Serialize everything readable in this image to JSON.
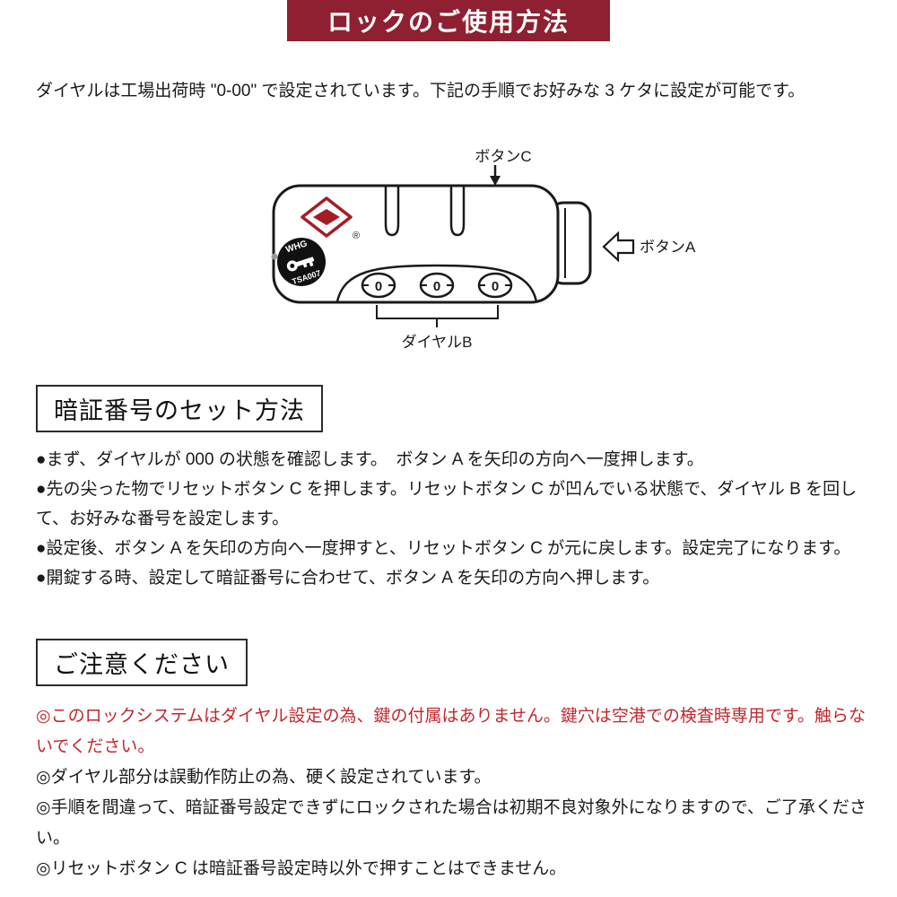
{
  "page": {
    "title": "ロックのご使用方法",
    "intro": "ダイヤルは工場出荷時 \"0-00\" で設定されています。下記の手順でお好みな 3 ケタに設定が可能です。"
  },
  "diagram": {
    "label_button_c": "ボタンC",
    "label_button_a": "ボタンA",
    "label_dial_b": "ダイヤルB",
    "keyhole_text_top": "WHG",
    "keyhole_text_bottom": "TSA007",
    "registered_mark": "®",
    "dial_digits": [
      "0",
      "0",
      "0"
    ]
  },
  "section_set": {
    "heading": "暗証番号のセット方法",
    "items": [
      "●まず、ダイヤルが 000 の状態を確認します。　ボタン A を矢印の方向へ一度押します。",
      "●先の尖った物でリセットボタン C を押します。リセットボタン C が凹んでいる状態で、ダイヤル B を回して、お好みな番号を設定します。",
      "●設定後、ボタン A を矢印の方向へ一度押すと、リセットボタン C が元に戻します。設定完了になります。",
      "●開錠する時、設定して暗証番号に合わせて、ボタン A を矢印の方向へ押します。"
    ]
  },
  "section_caution": {
    "heading": "ご注意ください",
    "items": [
      {
        "text": "◎このロックシステムはダイヤル設定の為、鍵の付属はありません。鍵穴は空港での検査時専用です。触らないでください。",
        "color": "#c1272d"
      },
      {
        "text": "◎ダイヤル部分は誤動作防止の為、硬く設定されています。",
        "color": "#1a1a1a"
      },
      {
        "text": "◎手順を間違って、暗証番号設定できずにロックされた場合は初期不良対象外になりますので、ご了承ください。",
        "color": "#1a1a1a"
      },
      {
        "text": "◎リセットボタン C は暗証番号設定時以外で押すことはできません。",
        "color": "#1a1a1a"
      }
    ]
  },
  "colors": {
    "banner_bg": "#8e2031",
    "warning_red": "#c1272d",
    "text": "#1a1a1a"
  }
}
